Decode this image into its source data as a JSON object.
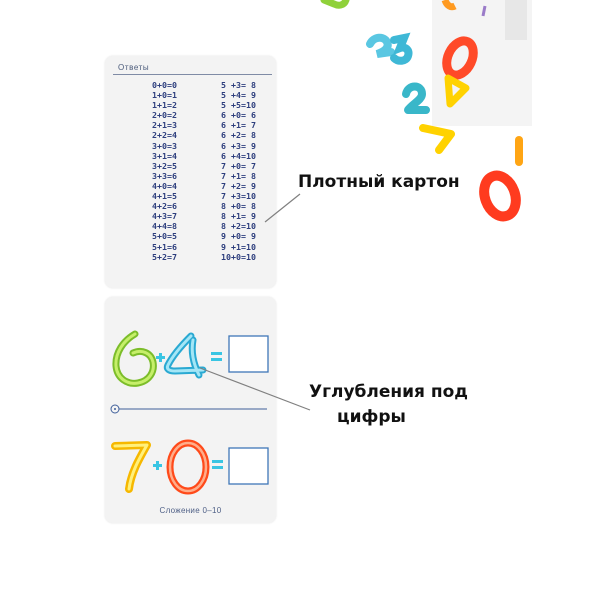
{
  "answers_card": {
    "title": "Ответы",
    "left_column": "0+0=0\n1+0=1\n1+1=2\n2+0=2\n2+1=3\n2+2=4\n3+0=3\n3+1=4\n3+2=5\n3+3=6\n4+0=4\n4+1=5\n4+2=6\n4+3=7\n4+4=8\n5+0=5\n5+1=6\n5+2=7",
    "right_column": "5 +3= 8\n5 +4= 9\n5 +5=10\n6 +0= 6\n6 +1= 7\n6 +2= 8\n6 +3= 9\n6 +4=10\n7 +0= 7\n7 +1= 8\n7 +2= 9\n7 +3=10\n8 +0= 8\n8 +1= 9\n8 +2=10\n9 +0= 9\n9 +1=10\n10+0=10"
  },
  "example_card": {
    "subtitle": "Сложение 0–10",
    "equation_1": "6 + 4 =",
    "equation_2": "7 + 0 ="
  },
  "callouts": {
    "cardboard_line": "Плотный картон",
    "recess_line_1": "Углубления под",
    "recess_line_2": "цифры"
  },
  "colors": {
    "line_color": "#808080",
    "number_green": "#a6d83a",
    "number_cyan": "#5ac7e2",
    "number_yellow": "#ffd000",
    "number_red": "#ff3b1f",
    "operator_cyan": "#39c5e3"
  }
}
